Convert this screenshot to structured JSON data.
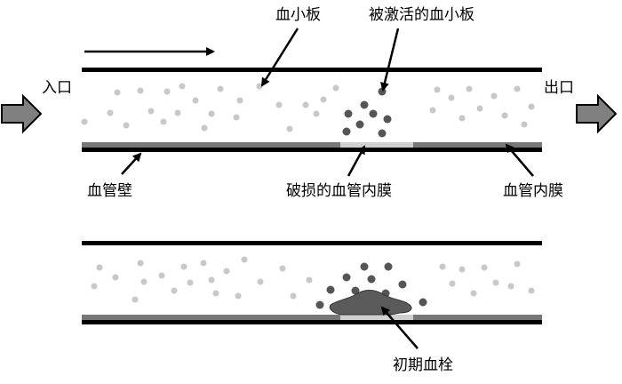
{
  "labels": {
    "platelet": "血小板",
    "activated_platelet": "被激活的血小板",
    "inlet": "入口",
    "outlet": "出口",
    "vessel_wall": "血管壁",
    "damaged_endothelium": "破损的血管内膜",
    "endothelium": "血管内膜",
    "early_thrombus": "初期血栓"
  },
  "colors": {
    "wall": "#000000",
    "endothelium": "#777777",
    "damaged_endothelium": "#cfcfcf",
    "platelet": "#c8c8c8",
    "activated_platelet": "#555555",
    "thrombus": "#5a5a5a",
    "flow_arrow_fill": "#808080"
  },
  "icons": {
    "inlet": "right-arrow-icon",
    "outlet": "right-arrow-icon",
    "flow_direction": "arrow-right-icon"
  }
}
